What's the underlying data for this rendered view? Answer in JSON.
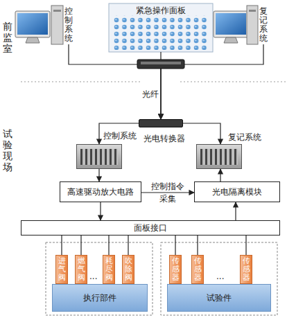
{
  "diagram": {
    "nodes": [
      {
        "text": [
          "紧急操作面板"
        ]
      },
      {
        "text": [
          "控制系统"
        ]
      },
      {
        "text": [
          "复记系统"
        ]
      },
      {
        "text": [
          "光电转换器"
        ]
      },
      {
        "text": [
          "控制系统"
        ]
      },
      {
        "text": [
          "复记系统"
        ]
      },
      {
        "text": [
          "高速驱动放大电路"
        ]
      },
      {
        "text": [
          "光电隔离模块"
        ]
      },
      {
        "text": [
          "面板接口"
        ]
      },
      {
        "text": [
          "进气阀"
        ]
      },
      {
        "text": [
          "燃气阀"
        ]
      },
      {
        "text": [
          "耗尽阀"
        ]
      },
      {
        "text": [
          "吹除阀"
        ]
      },
      {
        "text": [
          "执行部件"
        ]
      },
      {
        "text": [
          "传感器"
        ]
      },
      {
        "text": [
          "传感器"
        ]
      },
      {
        "text": [
          "传感器"
        ]
      },
      {
        "text": [
          "试验件"
        ]
      }
    ],
    "edges": [
      {
        "from": 1,
        "to": 3,
        "arrow": "to"
      },
      {
        "from": 0,
        "to": 3,
        "arrow": "to"
      },
      {
        "from": 2,
        "to": 3,
        "arrow": "to"
      },
      {
        "from": 3,
        "to": 4,
        "arrow": "to"
      },
      {
        "from": 3,
        "to": 5,
        "arrow": "to"
      },
      {
        "from": 4,
        "to": 6,
        "arrow": "to"
      },
      {
        "from": 6,
        "to": 7,
        "arrow": "to",
        "label": "控制指令 采集"
      },
      {
        "from": 7,
        "to": 5,
        "arrow": "to"
      },
      {
        "from": 6,
        "to": 8,
        "arrow": "to"
      },
      {
        "from": 8,
        "to": 7,
        "arrow": "to"
      },
      {
        "from": 8,
        "to": 9,
        "arrow": "none"
      },
      {
        "from": 8,
        "to": 10,
        "arrow": "none"
      },
      {
        "from": 8,
        "to": 11,
        "arrow": "none"
      },
      {
        "from": 8,
        "to": 12,
        "arrow": "none"
      },
      {
        "from": 8,
        "to": 14,
        "arrow": "none"
      },
      {
        "from": 8,
        "to": 15,
        "arrow": "none"
      },
      {
        "from": 8,
        "to": 16,
        "arrow": "none"
      }
    ],
    "labels": [
      "前监室",
      "光纤",
      "试验现场",
      "...",
      "..."
    ]
  }
}
